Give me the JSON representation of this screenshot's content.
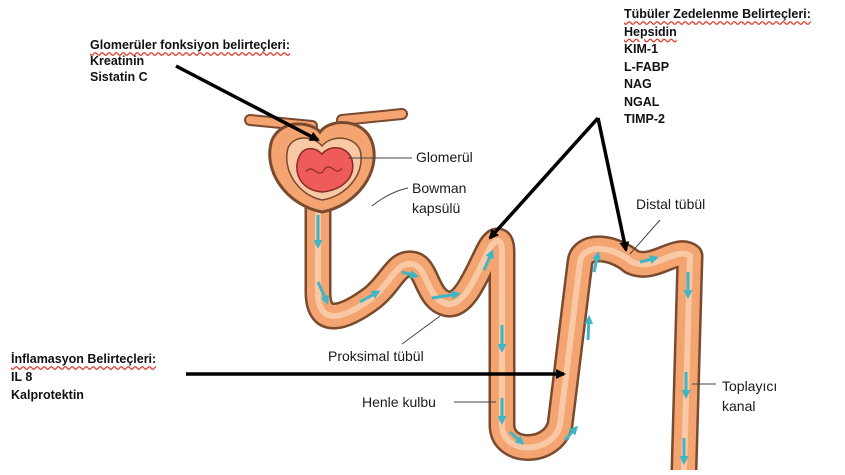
{
  "groups": {
    "glomerular": {
      "title": "Glomerüler fonksiyon belirteçleri:",
      "items": [
        "Kreatinin",
        "Sistatin C"
      ]
    },
    "tubular": {
      "title": "Tübüler Zedelenme Belirteçleri:",
      "items": [
        "Hepsidin",
        "KIM-1",
        "L-FABP",
        "NAG",
        "NGAL",
        "TIMP-2"
      ]
    },
    "inflammation": {
      "title": "İnflamasyon Belirteçleri:",
      "items": [
        "IL 8",
        "Kalprotektin"
      ]
    }
  },
  "labels": {
    "glomerul": "Glomerül",
    "bowman_1": "Bowman",
    "bowman_2": "kapsülü",
    "distal": "Distal tübül",
    "proksimal": "Proksimal tübül",
    "henle": "Henle kulbu",
    "toplayici_1": "Toplayıcı",
    "toplayici_2": "kanal"
  },
  "colors": {
    "tubule_outer": "#7a4a2e",
    "tubule_fill": "#f4a470",
    "lumen": "#f8c9a4",
    "glomerulus": "#ef5a5a",
    "flow_arrow": "#3fb6c6",
    "pointer": "#000000"
  }
}
